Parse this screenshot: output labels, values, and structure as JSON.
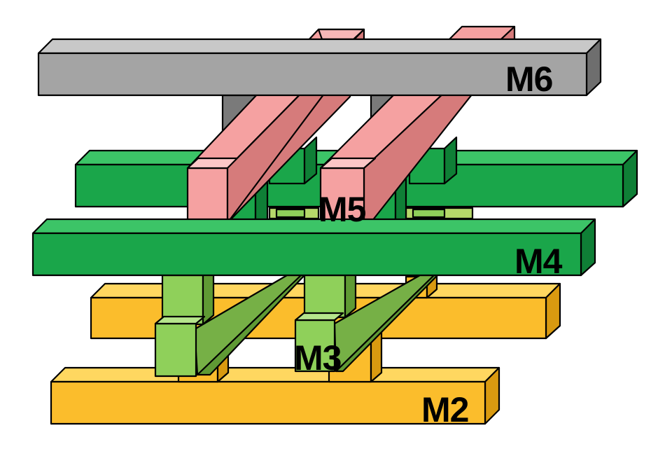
{
  "layers": [
    {
      "id": "m2",
      "label": "M2",
      "color": "#fbbd2c"
    },
    {
      "id": "m3",
      "label": "M3",
      "color": "#8fd05a"
    },
    {
      "id": "m4",
      "label": "M4",
      "color": "#1aa64a"
    },
    {
      "id": "m5",
      "label": "M5",
      "color": "#f5a1a1"
    },
    {
      "id": "m6",
      "label": "M6",
      "color": "#a4a4a4"
    }
  ]
}
